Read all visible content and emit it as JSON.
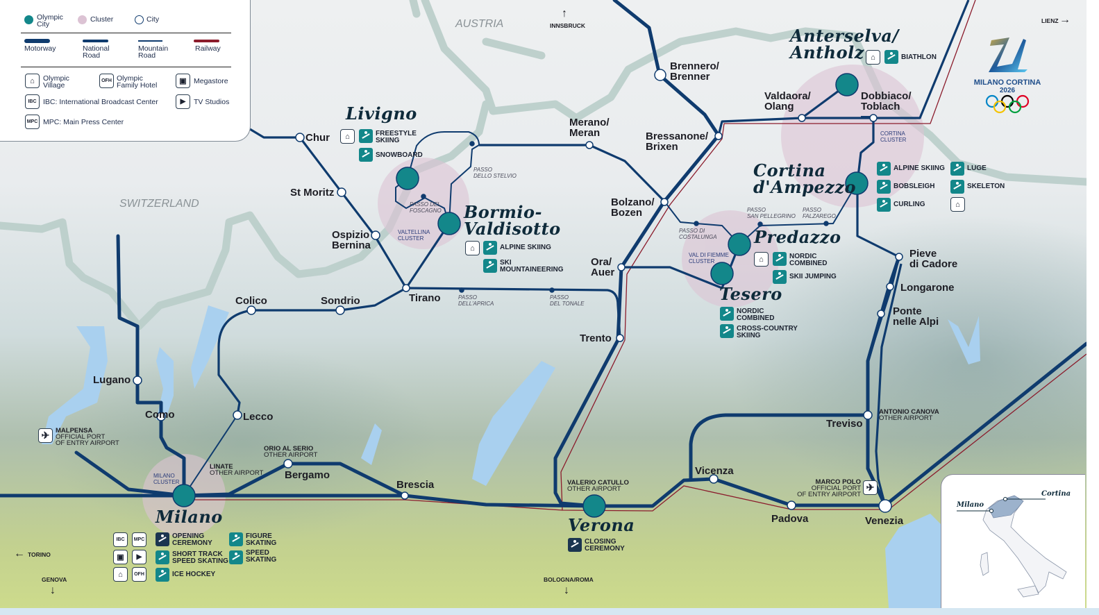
{
  "legend": {
    "olympic_city": "Olympic\nCity",
    "cluster": "Cluster",
    "city": "City",
    "motorway": "Motorway",
    "national_road": "National\nRoad",
    "mountain_road": "Mountain\nRoad",
    "railway": "Railway",
    "olympic_village": "Olympic\nVillage",
    "olympic_family_hotel": "Olympic\nFamily Hotel",
    "megastore": "Megastore",
    "ibc": "IBC: International Broadcast Center",
    "tv_studios": "TV Studios",
    "mpc": "MPC: Main Press Center"
  },
  "icon_text": {
    "ibc": "IBC",
    "mpc": "MPC",
    "ofh": "OFH"
  },
  "colors": {
    "motorway": "#0f3b6e",
    "railway": "#8b1c2c",
    "olympic_city": "#13878a",
    "cluster": "#dcc3d4",
    "border": "#b9cdc9",
    "lake": "#a9d0ef"
  },
  "countries": {
    "austria": "AUSTRIA",
    "switzerland": "SWITZERLAND"
  },
  "directions": {
    "innsbruck": "INNSBRUCK",
    "lienz": "LIENZ",
    "torino": "TORINO",
    "genova": "GENOVA",
    "bologna_roma": "BOLOGNA/ROMA"
  },
  "logo": {
    "name": "MILANO CORTINA",
    "year": "2026"
  },
  "olympic_cities": {
    "livigno": "Livigno",
    "bormio": "Bormio-\nValdisotto",
    "anterselva": "Anterselva/\nAntholz",
    "cortina": "Cortina\nd'Ampezzo",
    "predazzo": "Predazzo",
    "tesero": "Tesero",
    "milano": "Milano",
    "verona": "Verona"
  },
  "clusters": {
    "valtellina": "VALTELLINA\nCLUSTER",
    "cortina": "CORTINA\nCLUSTER",
    "val_di_fiemme": "VAL DI FIEMME\nCLUSTER",
    "milano": "MILANO\nCLUSTER"
  },
  "cities": {
    "chur": "Chur",
    "st_moritz": "St Moritz",
    "ospizio_bernina": "Ospizio\nBernina",
    "tirano": "Tirano",
    "sondrio": "Sondrio",
    "colico": "Colico",
    "lugano": "Lugano",
    "como": "Como",
    "lecco": "Lecco",
    "bergamo": "Bergamo",
    "brescia": "Brescia",
    "trento": "Trento",
    "ora": "Ora/\nAuer",
    "bolzano": "Bolzano/\nBozen",
    "merano": "Merano/\nMeran",
    "bressanone": "Bressanone/\nBrixen",
    "brennero": "Brennero/\nBrenner",
    "valdaora": "Valdaora/\nOlang",
    "dobbiaco": "Dobbiaco/\nToblach",
    "pieve": "Pieve\ndi Cadore",
    "longarone": "Longarone",
    "ponte": "Ponte\nnelle Alpi",
    "treviso": "Treviso",
    "vicenza": "Vicenza",
    "padova": "Padova",
    "venezia": "Venezia"
  },
  "passes": {
    "foscagno": "PASSO DEL\nFOSCAGNO",
    "stelvio": "PASSO\nDELLO STELVIO",
    "costalunga": "PASSO DI\nCOSTALUNGA",
    "pellegrino": "PASSO\nSAN PELLEGRINO",
    "falzarego": "PASSO\nFALZAREGO",
    "aprica": "PASSO\nDELL'APRICA",
    "tonale": "PASSO\nDEL TONALE"
  },
  "airports": {
    "malpensa": {
      "name": "MALPENSA",
      "type1": "OFFICIAL PORT",
      "type2": "OF ENTRY AIRPORT"
    },
    "linate": {
      "name": "LINATE",
      "type1": "OTHER AIRPORT"
    },
    "orio": {
      "name": "ORIO AL SERIO",
      "type1": "OTHER AIRPORT"
    },
    "catullo": {
      "name": "VALERIO CATULLO",
      "type1": "OTHER AIRPORT"
    },
    "canova": {
      "name": "ANTONIO CANOVA",
      "type1": "OTHER AIRPORT"
    },
    "marco_polo": {
      "name": "MARCO POLO",
      "type1": "OFFICIAL PORT",
      "type2": "OF ENTRY AIRPORT"
    }
  },
  "sports": {
    "livigno": [
      "FREESTYLE\nSKIING",
      "SNOWBOARD"
    ],
    "bormio": [
      "ALPINE SKIING",
      "SKI\nMOUNTAINEERING"
    ],
    "anterselva": [
      "BIATHLON"
    ],
    "cortina": [
      "ALPINE SKIING",
      "BOBSLEIGH",
      "CURLING",
      "LUGE",
      "SKELETON"
    ],
    "predazzo": [
      "NORDIC\nCOMBINED",
      "SKII JUMPING"
    ],
    "tesero": [
      "NORDIC\nCOMBINED",
      "CROSS-COUNTRY\nSKIING"
    ],
    "milano": [
      "OPENING\nCEREMONY",
      "SHORT TRACK\nSPEED SKATING",
      "ICE HOCKEY",
      "FIGURE\nSKATING",
      "SPEED\nSKATING"
    ],
    "verona": [
      "CLOSING\nCEREMONY"
    ]
  },
  "inset": {
    "milano": "Milano",
    "cortina": "Cortina"
  }
}
